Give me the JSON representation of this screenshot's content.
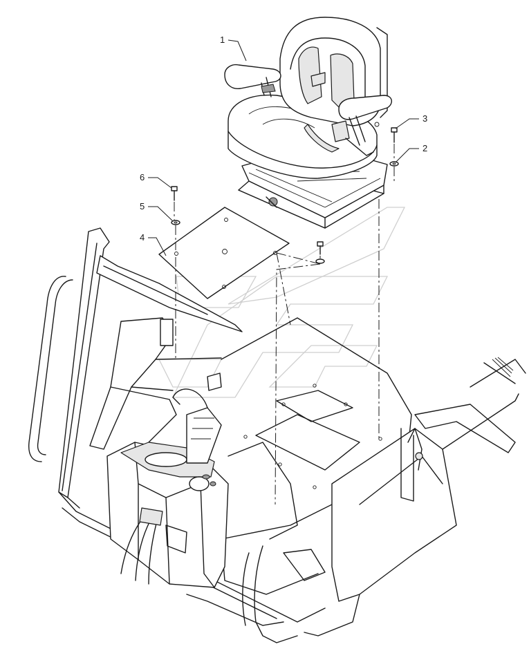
{
  "callouts": {
    "c1": "1",
    "c2": "2",
    "c3": "3",
    "c4": "4",
    "c5": "5",
    "c6": "6"
  },
  "colors": {
    "line": "#1a1a1a",
    "watermark": "#cfcfcf",
    "background": "#ffffff"
  }
}
